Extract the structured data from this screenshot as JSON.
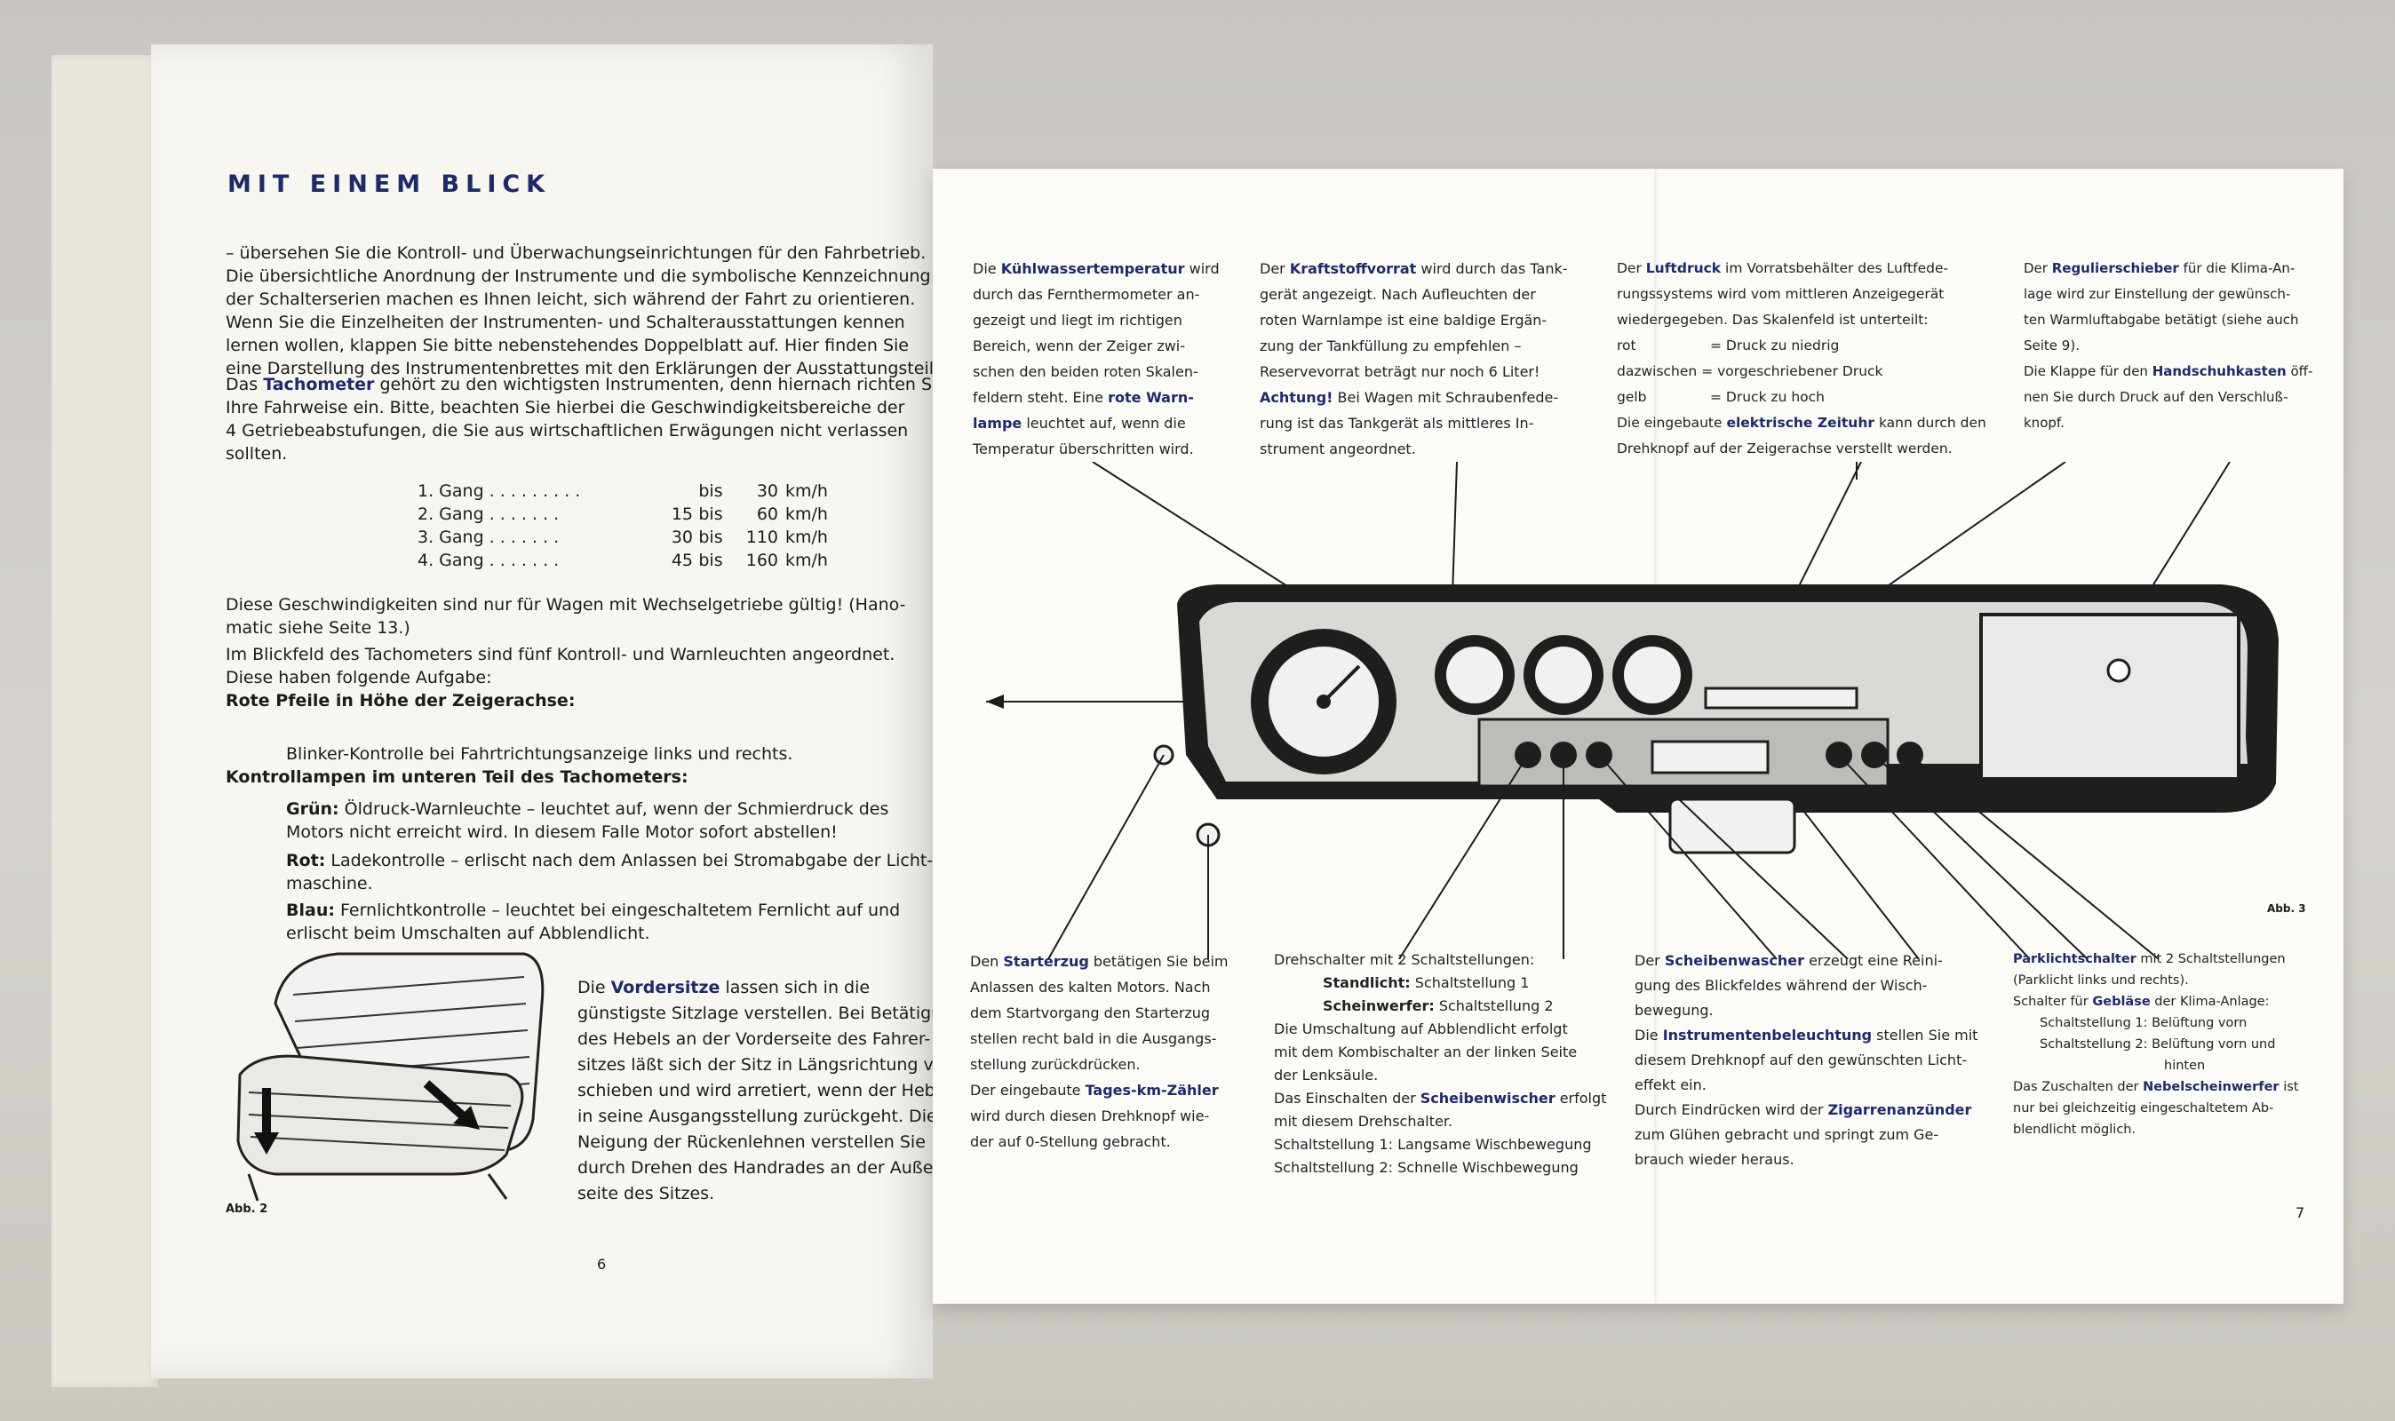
{
  "left": {
    "heading": "MIT EINEM BLICK",
    "p1": [
      "– übersehen Sie die Kontroll- und Überwachungseinrichtungen für den Fahrbetrieb.",
      "Die übersichtliche Anordnung der Instrumente und die symbolische Kennzeichnung",
      "der Schalterserien machen es Ihnen leicht, sich während der Fahrt zu orientieren."
    ],
    "p2": [
      "Wenn Sie die Einzelheiten der Instrumenten- und Schalterausstattungen kennen",
      "lernen wollen, klappen Sie bitte nebenstehendes Doppelblatt auf. Hier finden Sie",
      "eine Darstellung des Instrumentenbrettes mit den Erklärungen der Ausstattungsteile."
    ],
    "p3_pre": "Das ",
    "p3_kw": "Tachometer",
    "p3_post": " gehört zu den wichtigsten Instrumenten, denn hiernach richten Sie",
    "p3": [
      "Ihre Fahrweise ein. Bitte, beachten Sie hierbei die Geschwindigkeitsbereiche der",
      "4 Getriebeabstufungen, die Sie aus wirtschaftlichen Erwägungen nicht verlassen",
      "sollten."
    ],
    "gears": [
      {
        "g": "1. Gang . . . . . . . . .",
        "from": "",
        "bis": "bis",
        "to": "30",
        "unit": "km/h"
      },
      {
        "g": "2. Gang . . . . . . .",
        "from": "15",
        "bis": "bis",
        "to": "60",
        "unit": "km/h"
      },
      {
        "g": "3. Gang . . . . . . .",
        "from": "30",
        "bis": "bis",
        "to": "110",
        "unit": "km/h"
      },
      {
        "g": "4. Gang . . . . . . .",
        "from": "45",
        "bis": "bis",
        "to": "160",
        "unit": "km/h"
      }
    ],
    "p4": [
      "Diese Geschwindigkeiten sind nur für Wagen mit Wechselgetriebe gültig! (Hano-",
      "matic siehe Seite 13.)"
    ],
    "p5": [
      "Im Blickfeld des Tachometers sind fünf Kontroll- und Warnleuchten angeordnet.",
      "Diese haben folgende Aufgabe:"
    ],
    "sub1": "Rote Pfeile in Höhe der Zeigerachse:",
    "blinker": "Blinker-Kontrolle bei Fahrtrichtungsanzeige links und rechts.",
    "sub2": "Kontrollampen im unteren Teil des Tachometers:",
    "gruen_kw": "Grün:",
    "gruen": [
      "Öldruck-Warnleuchte – leuchtet auf, wenn der Schmierdruck des",
      "Motors nicht erreicht wird. In diesem Falle Motor sofort abstellen!"
    ],
    "rot_kw": "Rot:",
    "rot": [
      "Ladekontrolle – erlischt nach dem Anlassen bei Stromabgabe der Licht-",
      "maschine."
    ],
    "blau_kw": "Blau:",
    "blau": [
      "Fernlichtkontrolle – leuchtet bei eingeschaltetem Fernlicht auf und",
      "erlischt beim Umschalten auf Abblendlicht."
    ],
    "vs_pre": "Die ",
    "vs_kw": "Vordersitze",
    "vs_post": " lassen sich in die",
    "vs": [
      "günstigste Sitzlage verstellen. Bei Betätigung",
      "des Hebels an der Vorderseite des Fahrer-",
      "sitzes läßt sich der Sitz in Längsrichtung ver-",
      "schieben und wird arretiert, wenn der Hebel",
      "in seine Ausgangsstellung zurückgeht. Die",
      "Neigung der Rückenlehnen verstellen Sie",
      "durch Drehen des Handrades an der Außen-",
      "seite des Sitzes."
    ],
    "fig": "Abb. 2",
    "page": "6"
  },
  "right": {
    "c1": {
      "l1_pre": "Die ",
      "kw1": "Kühlwassertemperatur",
      "l1_post": " wird",
      "lines": [
        "durch das Fernthermometer an-",
        "gezeigt und liegt im richtigen",
        "Bereich, wenn der Zeiger zwi-",
        "schen den beiden roten Skalen-"
      ],
      "l6_pre": "feldern steht. Eine ",
      "kw2": "rote Warn-",
      "kw3": "lampe",
      "l7_post": " leuchtet auf, wenn die",
      "l8": "Temperatur überschritten wird."
    },
    "c2": {
      "l1_pre": "Der ",
      "kw1": "Kraftstoffvorrat",
      "l1_post": " wird durch das Tank-",
      "lines": [
        "gerät angezeigt. Nach Aufleuchten der",
        "roten Warnlampe ist eine baldige Ergän-",
        "zung der Tankfüllung zu empfehlen –",
        "Reservevorrat beträgt nur noch 6 Liter!"
      ],
      "kw2": "Achtung!",
      "l6_post": " Bei Wagen mit Schraubenfede-",
      "l7": "rung ist das Tankgerät als mittleres In-",
      "l8": "strument angeordnet."
    },
    "c3": {
      "l1_pre": "Der ",
      "kw1": "Luftdruck",
      "l1_post": " im Vorratsbehälter des Luftfede-",
      "lines": [
        "rungssystems wird vom mittleren Anzeigegerät",
        "wiedergegeben. Das Skalenfeld ist unterteilt:"
      ],
      "rot": "rot",
      "rot_v": "= Druck zu niedrig",
      "dazw": "dazwischen = vorgeschriebener Druck",
      "gelb": "gelb",
      "gelb_v": "= Druck zu hoch",
      "l7_pre": "Die eingebaute ",
      "kw2": "elektrische Zeituhr",
      "l7_post": " kann durch den",
      "l8": "Drehknopf auf der Zeigerachse verstellt werden."
    },
    "c4": {
      "l1_pre": "Der ",
      "kw1": "Regulierschieber",
      "l1_post": " für die Klima-An-",
      "lines": [
        "lage wird zur Einstellung der gewünsch-",
        "ten Warmluftabgabe betätigt (siehe auch",
        "Seite 9)."
      ],
      "l5_pre": "Die Klappe für den ",
      "kw2": "Handschuhkasten",
      "l5_post": " öff-",
      "l6": "nen Sie durch Druck auf den Verschluß-",
      "l7": "knopf."
    },
    "b1": {
      "l1_pre": "Den ",
      "kw1": "Starterzug",
      "l1_post": " betätigen Sie beim",
      "lines": [
        "Anlassen des kalten Motors. Nach",
        "dem Startvorgang den Starterzug",
        "stellen recht bald in die Ausgangs-",
        "stellung zurückdrücken."
      ],
      "l6_pre": "Der eingebaute ",
      "kw2": "Tages-km-Zähler",
      "l7": "wird durch diesen Drehknopf wie-",
      "l8": "der auf 0-Stellung gebracht."
    },
    "b2": {
      "l1": "Drehschalter mit 2 Schaltstellungen:",
      "kw1": "Standlicht:",
      "v1": "Schaltstellung 1",
      "kw2": "Scheinwerfer:",
      "v2": "Schaltstellung 2",
      "lines": [
        "Die Umschaltung auf Abblendlicht erfolgt",
        "mit dem Kombischalter an der linken Seite",
        "der Lenksäule."
      ],
      "l7_pre": "Das Einschalten der ",
      "kw3": "Scheibenwischer",
      "l7_post": " erfolgt",
      "l8": "mit diesem Drehschalter.",
      "l9": "Schaltstellung 1: Langsame Wischbewegung",
      "l10": "Schaltstellung 2: Schnelle Wischbewegung"
    },
    "b3": {
      "l1_pre": "Der ",
      "kw1": "Scheibenwascher",
      "l1_post": " erzeugt eine Reini-",
      "lines": [
        "gung des Blickfeldes während der Wisch-",
        "bewegung."
      ],
      "l4_pre": "Die ",
      "kw2": "Instrumentenbeleuchtung",
      "l4_post": " stellen Sie mit",
      "l5": "diesem Drehknopf auf den gewünschten Licht-",
      "l6": "effekt ein.",
      "l7_pre": "Durch Eindrücken wird der ",
      "kw3": "Zigarrenanzünder",
      "l8": "zum Glühen gebracht und springt zum Ge-",
      "l9": "brauch wieder heraus."
    },
    "b4": {
      "kw1": "Parklichtschalter",
      "l1_post": " mit 2 Schaltstellungen",
      "l2": "(Parklicht links und rechts).",
      "l3_pre": "Schalter für ",
      "kw2": "Gebläse",
      "l3_post": " der Klima-Anlage:",
      "l4": "Schaltstellung 1: Belüftung vorn",
      "l5": "Schaltstellung 2: Belüftung vorn und",
      "l6": "hinten",
      "l7_pre": "Das Zuschalten der ",
      "kw3": "Nebelscheinwerfer",
      "l7_post": " ist",
      "l8": "nur bei gleichzeitig eingeschaltetem Ab-",
      "l9": "blendlicht möglich."
    },
    "fig": "Abb. 3",
    "page": "7"
  },
  "colors": {
    "heading": "#1f2a66",
    "dash": "#1c1c1c",
    "glove": "#e9e9e7"
  }
}
